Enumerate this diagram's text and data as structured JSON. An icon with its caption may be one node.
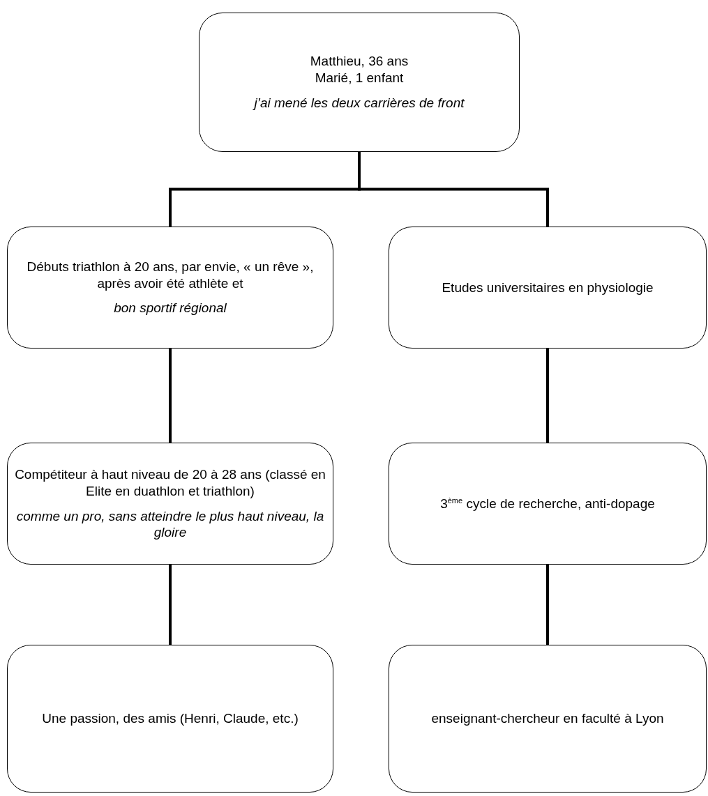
{
  "diagram": {
    "nodes": [
      {
        "text": [
          "Matthieu, 36 ans",
          "Marié, 1 enfant",
          "j’ai mené les deux carrières de front"
        ]
      },
      {
        "text": [
          "Débuts triathlon à 20 ans, par envie, « un rêve », après avoir été athlète et",
          "bon sportif régional"
        ]
      },
      {
        "text": [
          "Etudes universitaires en physiologie"
        ]
      },
      {
        "text": [
          "Compétiteur à haut niveau de 20 à 28 ans (classé en Elite en duathlon et triathlon)",
          "comme un pro, sans atteindre le plus haut niveau, la gloire"
        ]
      },
      {
        "text": [
          "3$^{ème}$ cycle de recherche, anti-dopage"
        ]
      },
      {
        "text": [
          "Une passion, des amis (Henri, Claude, etc.)"
        ]
      },
      {
        "text": [
          "enseignant-chercheur en faculté à Lyon"
        ]
      }
    ],
    "edges": [
      {
        "from": 0,
        "to": 1,
        "arrow": "none"
      },
      {
        "from": 0,
        "to": 2,
        "arrow": "none"
      },
      {
        "from": 1,
        "to": 3,
        "arrow": "none"
      },
      {
        "from": 3,
        "to": 5,
        "arrow": "none"
      },
      {
        "from": 2,
        "to": 4,
        "arrow": "none"
      },
      {
        "from": 4,
        "to": 6,
        "arrow": "none"
      }
    ]
  }
}
